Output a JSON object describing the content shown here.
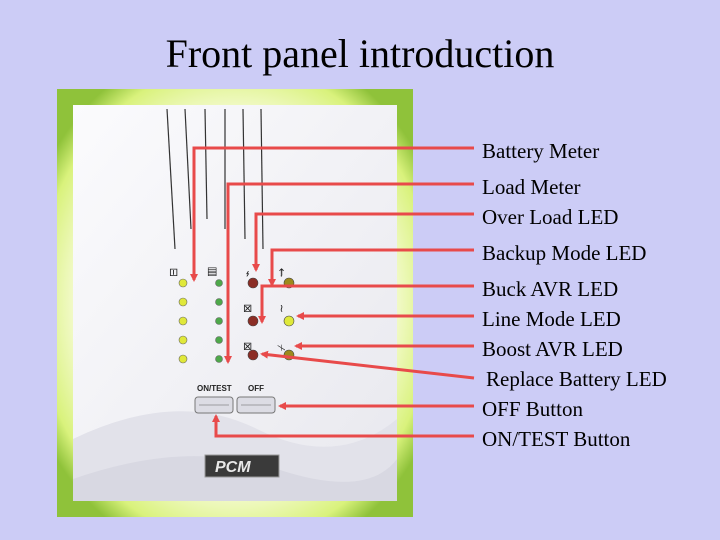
{
  "slide": {
    "title": "Front panel introduction"
  },
  "panel": {
    "on_test_label": "ON/TEST",
    "off_label": "OFF",
    "logo_text": "PCM"
  },
  "callouts": [
    {
      "label": "Battery Meter"
    },
    {
      "label": "Load Meter"
    },
    {
      "label": "Over Load LED"
    },
    {
      "label": "Backup Mode LED"
    },
    {
      "label": "Buck AVR LED"
    },
    {
      "label": "Line Mode LED"
    },
    {
      "label": "Boost AVR LED"
    },
    {
      "label": "Replace Battery LED"
    },
    {
      "label": "OFF Button"
    },
    {
      "label": "ON/TEST Button"
    }
  ],
  "colors": {
    "background": "#ccccf6",
    "arrow": "#e84a4a",
    "frame_glow": "#dff58a",
    "panel": "#f1f1f3",
    "led_yellow": "#e0e83a",
    "led_red": "#8b2d25",
    "led_olive": "#9c8a1c"
  }
}
